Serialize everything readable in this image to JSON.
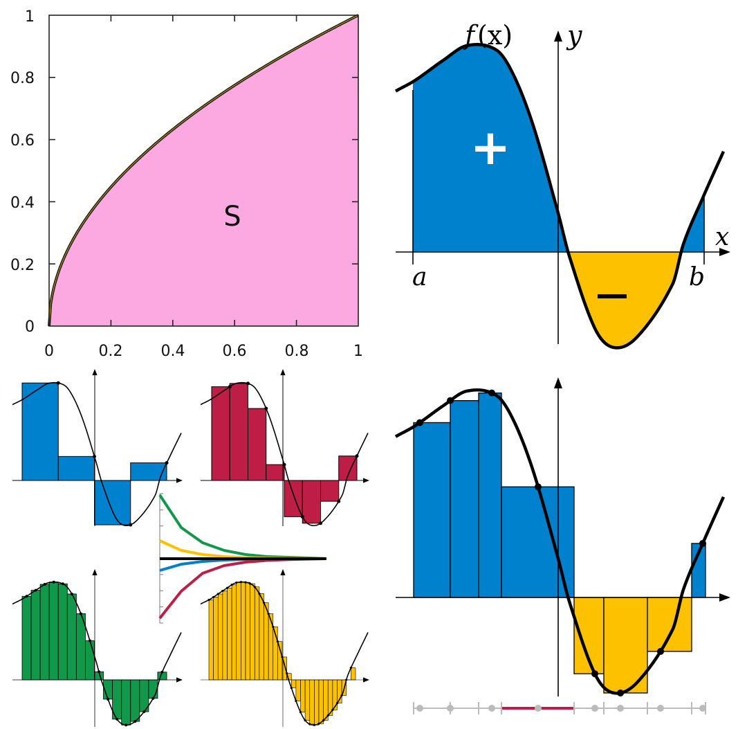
{
  "chart_data": [
    {
      "type": "area",
      "function": "y = sqrt(x)",
      "x": [
        0,
        0.05,
        0.1,
        0.2,
        0.3,
        0.4,
        0.5,
        0.6,
        0.7,
        0.8,
        0.9,
        1
      ],
      "y": [
        0,
        0.224,
        0.316,
        0.447,
        0.548,
        0.632,
        0.707,
        0.775,
        0.837,
        0.894,
        0.949,
        1
      ],
      "xlim": [
        0,
        1
      ],
      "ylim": [
        0,
        1
      ],
      "x_ticks": [
        "0",
        "0.2",
        "0.4",
        "0.6",
        "0.8",
        "1"
      ],
      "y_ticks": [
        "0",
        "0.2",
        "0.4",
        "0.6",
        "0.8",
        "1"
      ],
      "area_label": "S",
      "fill_color": "#FBA9E0",
      "grid": false
    }
  ],
  "diagram": {
    "signed_area": {
      "curve_label_f": "f",
      "curve_label_x": "(x)",
      "y_axis_label": "y",
      "x_axis_label": "x",
      "a_label": "a",
      "b_label": "b",
      "positive_sign": "+",
      "negative_sign": "−"
    }
  },
  "colors": {
    "positive": "#0081CD",
    "negative": "#FDC100",
    "riemann_red": "#BE1E45",
    "riemann_green": "#11984A",
    "riemann_yellow": "#FDC100",
    "riemann_blue": "#0081CD",
    "sqrt_fill": "#FBA9E0",
    "partition_grey": "#BBBBBB"
  }
}
